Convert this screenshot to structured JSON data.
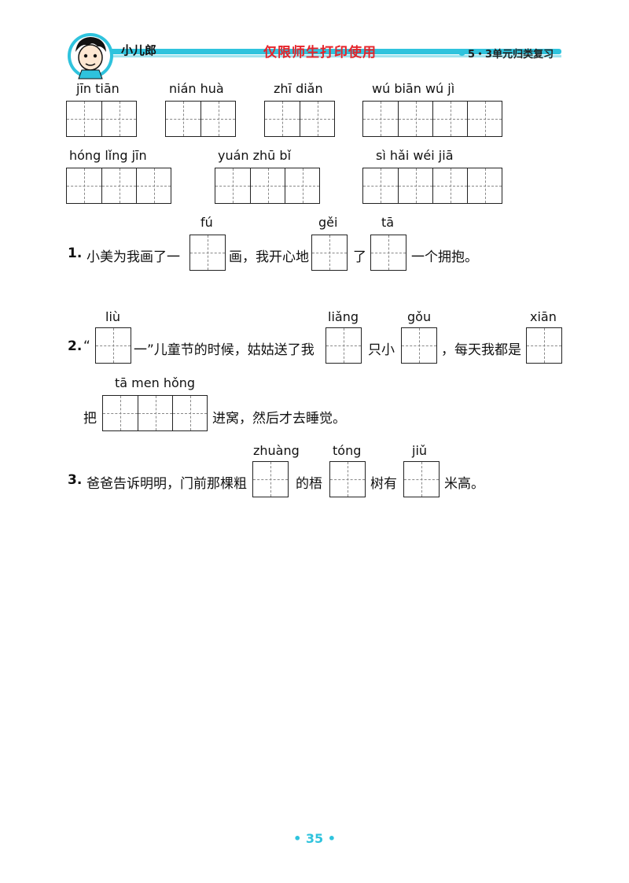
{
  "header": {
    "brand": "小儿郎",
    "notice": "仅限师生打印使用",
    "section": "5・3单元归类复习"
  },
  "word_rows": [
    [
      {
        "pinyin": "jīn   tiān"
      },
      {
        "pinyin": "nián  huà"
      },
      {
        "pinyin": "zhī   diǎn"
      },
      {
        "pinyin": "wú   biān   wú    jì"
      }
    ],
    [
      {
        "pinyin": "hóng  lǐng   jīn"
      },
      {
        "pinyin": "yuán  zhū    bǐ"
      },
      {
        "pinyin": "sì    hǎi   wéi   jiā"
      }
    ]
  ],
  "sentences": {
    "s1": {
      "num": "1.",
      "part1": "小美为我画了一",
      "part2": "画，我开心地",
      "part3": "了",
      "part4": "一个拥抱。",
      "py1": "fú",
      "py2": "gěi",
      "py3": "tā"
    },
    "s2": {
      "num": "2.",
      "part0": "“",
      "part1": "一”儿童节的时候，姑姑送了我",
      "part2": "只小",
      "part3": "，每天我都是",
      "part4": "把",
      "part5": "进窝，然后才去睡觉。",
      "py1": "liù",
      "py2": "liǎng",
      "py3": "gǒu",
      "py4": "xiān",
      "py5": "tā   men  hǒng"
    },
    "s3": {
      "num": "3.",
      "part1": "爸爸告诉明明，门前那棵粗",
      "part2": "的梧",
      "part3": "树有",
      "part4": "米高。",
      "py1": "zhuàng",
      "py2": "tóng",
      "py3": "jiǔ"
    }
  },
  "page_number": "• 35 •"
}
